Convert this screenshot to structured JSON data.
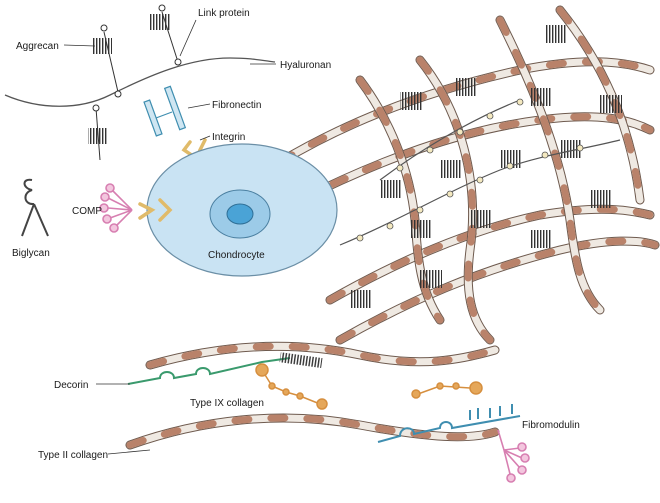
{
  "labels": {
    "aggrecan": "Aggrecan",
    "link_protein": "Link protein",
    "hyaluronan": "Hyaluronan",
    "fibronectin": "Fibronectin",
    "integrin": "Integrin",
    "biglycan": "Biglycan",
    "comp": "COMP",
    "chondrocyte": "Chondrocyte",
    "decorin": "Decorin",
    "type_ix_collagen": "Type IX collagen",
    "fibromodulin": "Fibromodulin",
    "type_ii_collagen": "Type II collagen"
  },
  "colors": {
    "collagen_band": "#b9826a",
    "collagen_body": "#efe9e2",
    "cell_fill": "#c9e3f3",
    "nucleus": "#4aa3d6",
    "integrin": "#e0bb6a",
    "comp": "#d77fb1",
    "decorin": "#3a9a6d",
    "fibromodulin": "#3f8eb0",
    "type_ix": "#e5a75a",
    "fibronectin": "#3f8eb0",
    "aggrecan": "#444444"
  }
}
